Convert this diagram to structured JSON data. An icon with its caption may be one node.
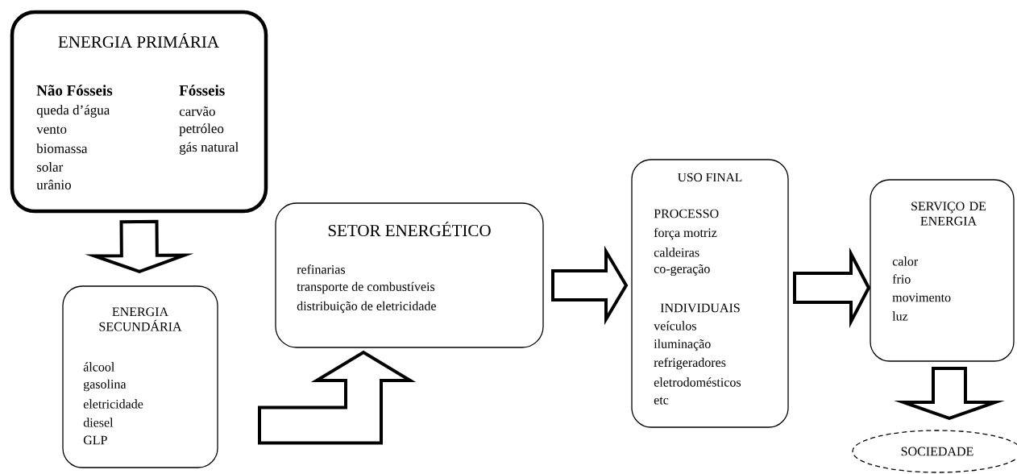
{
  "diagram": {
    "nodes": [
      {
        "text": [
          "ENERGIA PRIMÁRIA",
          "Não Fósseis",
          "queda d’água",
          "vento",
          "biomassa",
          "solar",
          "urânio",
          "Fósseis",
          "carvão",
          "petróleo",
          "gás natural"
        ]
      },
      {
        "text": [
          "ENERGIA SECUNDÁRIA",
          "álcool",
          "gasolina",
          "eletricidade",
          "diesel",
          "GLP"
        ]
      },
      {
        "text": [
          "SETOR ENERGÉTICO",
          "refinarias",
          "transporte de combustíveis",
          "distribuição de eletricidade"
        ]
      },
      {
        "text": [
          "USO FINAL",
          "PROCESSO",
          "força motriz",
          "caldeiras",
          "co-geração",
          "INDIVIDUAIS",
          "veículos",
          "iluminação",
          "refrigeradores",
          "eletrodomésticos",
          "etc"
        ]
      },
      {
        "text": [
          "SERVIÇO DE ENERGIA",
          "calor",
          "frio",
          "movimento",
          "luz"
        ]
      },
      {
        "text": [
          "SOCIEDADE"
        ]
      }
    ],
    "edges": [
      {
        "from": 0,
        "to": 1,
        "arrow": "to"
      },
      {
        "from": 1,
        "to": 2,
        "arrow": "to"
      },
      {
        "from": 2,
        "to": 3,
        "arrow": "to"
      },
      {
        "from": 3,
        "to": 4,
        "arrow": "to"
      },
      {
        "from": 4,
        "to": 5,
        "arrow": "to"
      }
    ]
  }
}
